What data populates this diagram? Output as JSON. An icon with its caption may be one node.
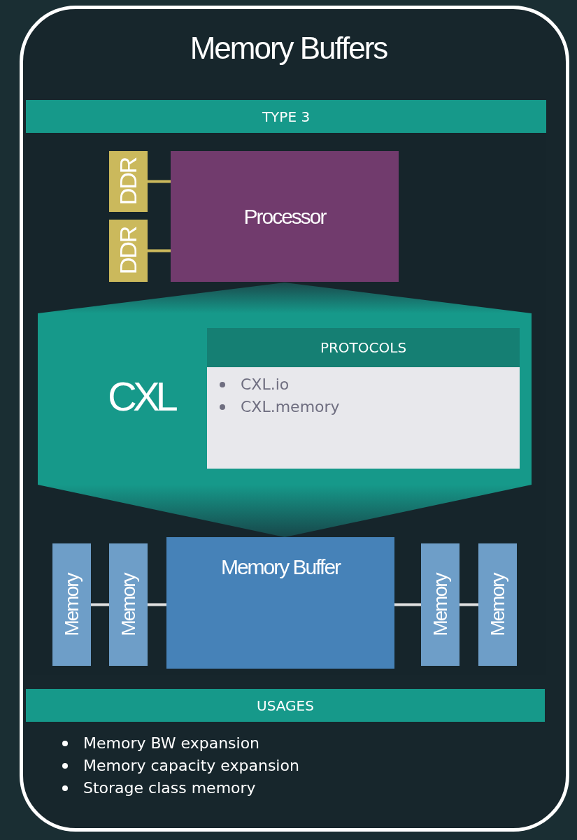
{
  "diagram": {
    "title": "Memory Buffers",
    "nodes": [
      {
        "text": [
          "TYPE 3"
        ]
      },
      {
        "text": [
          "DDR"
        ]
      },
      {
        "text": [
          "DDR"
        ]
      },
      {
        "text": [
          "Processor"
        ]
      },
      {
        "text": [
          "CXL"
        ]
      },
      {
        "text": [
          "PROTOCOLS",
          "CXL.io",
          "CXL.memory"
        ],
        "in": 4
      },
      {
        "text": [
          "Memory"
        ]
      },
      {
        "text": [
          "Memory"
        ]
      },
      {
        "text": [
          "Memory Buffer"
        ]
      },
      {
        "text": [
          "Memory"
        ]
      },
      {
        "text": [
          "Memory"
        ]
      },
      {
        "text": [
          "USAGES",
          "Memory BW expansion",
          "Memory capacity expansion",
          "Storage class memory"
        ]
      },
      {
        "text": [],
        "shape": "triangle"
      },
      {
        "text": [],
        "shape": "triangle"
      }
    ],
    "edges": [
      {
        "from": 1,
        "to": 3,
        "arrow": "none",
        "color": "#cbb95c"
      },
      {
        "from": 2,
        "to": 3,
        "arrow": "none",
        "color": "#cbb95c"
      },
      {
        "from": 6,
        "to": 7,
        "arrow": "none"
      },
      {
        "from": 7,
        "to": 8,
        "arrow": "none"
      },
      {
        "from": 8,
        "to": 9,
        "arrow": "none"
      },
      {
        "from": 9,
        "to": 10,
        "arrow": "none"
      }
    ]
  }
}
